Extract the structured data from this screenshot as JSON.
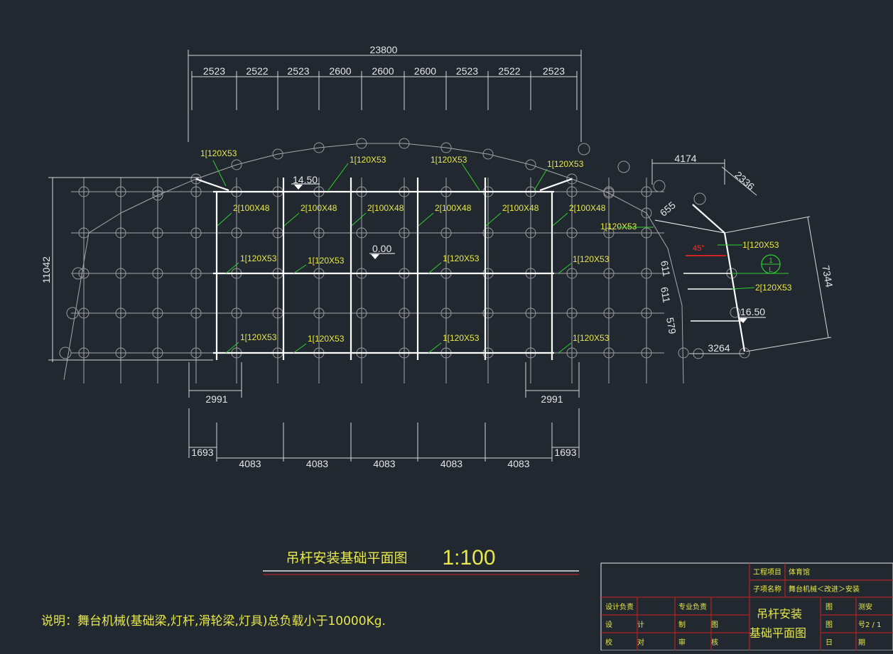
{
  "drawing": {
    "top_total": "23800",
    "top_spans": [
      "2523",
      "2522",
      "2523",
      "2600",
      "2600",
      "2600",
      "2523",
      "2522",
      "2523"
    ],
    "left_height": "11042",
    "bottom_left_1": "2991",
    "bottom_right_1": "2991",
    "bottom_left_2": "1693",
    "bottom_right_2": "1693",
    "bottom_spans": [
      "4083",
      "4083",
      "4083",
      "4083",
      "4083"
    ],
    "right_top_width": "4174",
    "right_diag_1": "2336",
    "right_diag_2": "655",
    "right_height": "7344",
    "right_bottom": "3264",
    "right_611_a": "611",
    "right_611_b": "611",
    "right_579": "579",
    "elev_1450": "14.50",
    "elev_000": "0.00",
    "elev_1650": "16.50",
    "angle": "45°",
    "section_mark_top": "1",
    "section_mark_bottom": "L"
  },
  "labels": {
    "channel_120": "1[120X53",
    "channel_100": "2[100X48",
    "channel_120_double": "2[120X53"
  },
  "drawing_title": {
    "name": "吊杆安装基础平面图",
    "scale": "1:100"
  },
  "note": "说明：舞台机械(基础梁,灯杆,滑轮梁,灯具)总负载小于10000Kg.",
  "title_block": {
    "project_label": "工程项目",
    "project_value": "体育馆",
    "subitem_label": "子项名称",
    "subitem_value": "舞台机械＜改进＞安装",
    "design_lead": "设计负责",
    "discipline_lead": "专业负责",
    "design_a": "设",
    "design_b": "计",
    "draw_a": "制",
    "draw_b": "图",
    "check_a": "校",
    "check_b": "对",
    "review_a": "审",
    "review_b": "核",
    "sheet_title_1": "吊杆安装",
    "sheet_title_2": "基础平面图",
    "tu": "图",
    "type_value": "测安",
    "tu2": "图",
    "sheet_no": "号2 / 1",
    "ri": "日",
    "qi": "期"
  },
  "colors": {
    "background": "#212830",
    "yellow": "#e8e84a",
    "green_leader": "#30d030",
    "red_line": "#d02020"
  }
}
